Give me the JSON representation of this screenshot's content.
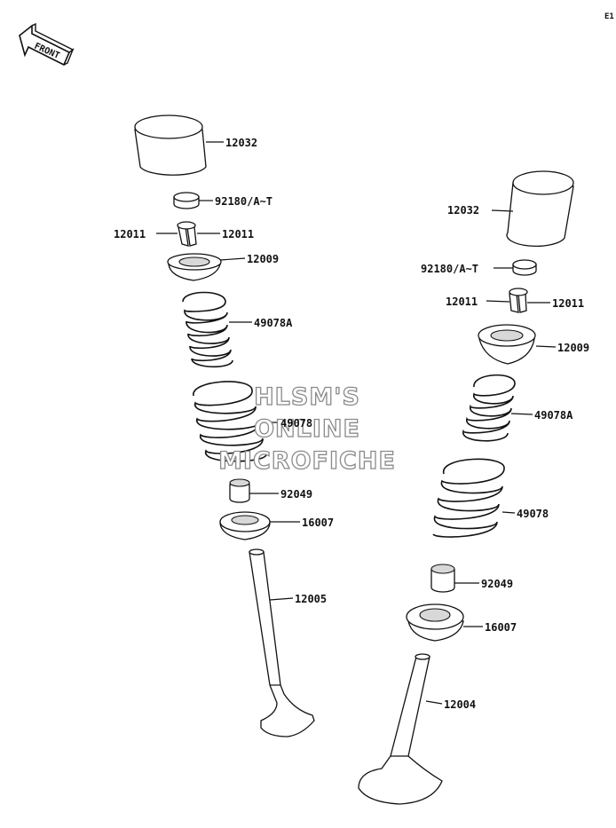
{
  "page": {
    "corner_code": "E1",
    "direction_label": "FRONT"
  },
  "watermark": {
    "lines": [
      "HLSM'S",
      "ONLINE",
      "MICROFICHE"
    ]
  },
  "callouts": {
    "left_tappet": "12032",
    "left_shim": "92180/A~T",
    "left_keeper_a": "12011",
    "left_keeper_b": "12011",
    "left_retainer": "12009",
    "left_inner_spring": "49078A",
    "left_outer_spring": "49078",
    "left_seal": "92049",
    "left_seat": "16007",
    "left_valve": "12005",
    "right_tappet": "12032",
    "right_shim": "92180/A~T",
    "right_keeper_a": "12011",
    "right_keeper_b": "12011",
    "right_retainer": "12009",
    "right_inner_spring": "49078A",
    "right_outer_spring": "49078",
    "right_seal": "92049",
    "right_seat": "16007",
    "right_valve": "12004"
  }
}
